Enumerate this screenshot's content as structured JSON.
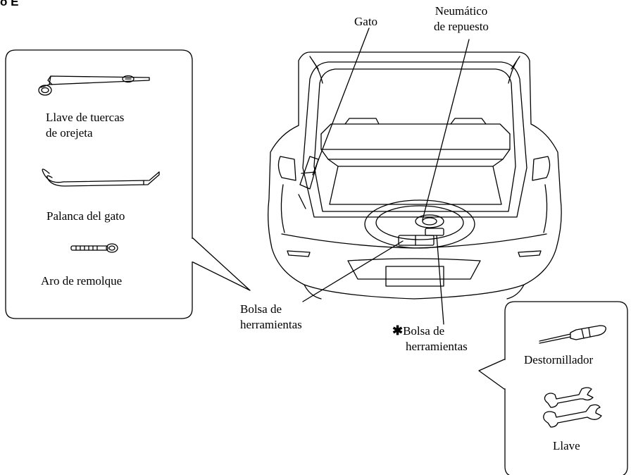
{
  "header": {
    "text": "o E"
  },
  "labels": {
    "jack": "Gato",
    "spare_tire_line1": "Neumático",
    "spare_tire_line2": "de repuesto",
    "lug_wrench_line1": "Llave de tuercas",
    "lug_wrench_line2": "de orejeta",
    "jack_lever": "Palanca del gato",
    "towing_hook": "Aro de remolque",
    "tool_bag_left_line1": "Bolsa de",
    "tool_bag_left_line2": "herramientas",
    "tool_bag_right_mark": "✱",
    "tool_bag_right_line1": "Bolsa de",
    "tool_bag_right_line2": "herramientas",
    "screwdriver": "Destornillador",
    "wrench": "Llave"
  }
}
